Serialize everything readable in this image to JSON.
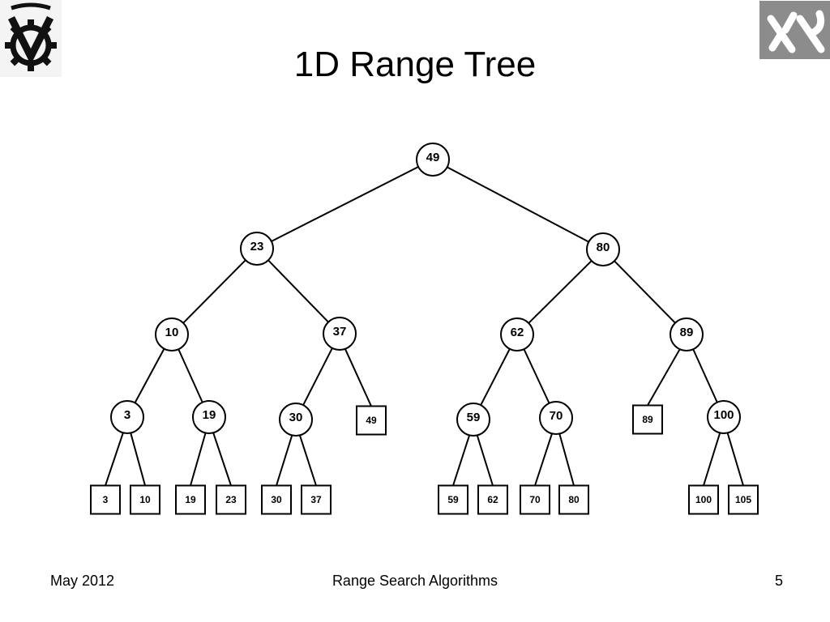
{
  "slide": {
    "title": "1D Range Tree",
    "footer_left": "May 2012",
    "footer_center": "Range Search Algorithms",
    "footer_right": "5"
  },
  "logos": {
    "left_icon": "technion-gear-logo-icon",
    "right_icon": "hebrew-letters-logo-icon",
    "right_bg": "#8c8c8c"
  },
  "tree": {
    "root": "n49",
    "internal_nodes": [
      {
        "id": "n49",
        "label": "49",
        "children": [
          "n23",
          "n80"
        ]
      },
      {
        "id": "n23",
        "label": "23",
        "children": [
          "n10",
          "n37"
        ]
      },
      {
        "id": "n80",
        "label": "80",
        "children": [
          "n62",
          "n89"
        ]
      },
      {
        "id": "n10",
        "label": "10",
        "children": [
          "n3",
          "n19"
        ]
      },
      {
        "id": "n37",
        "label": "37",
        "children": [
          "n30",
          "l49"
        ]
      },
      {
        "id": "n62",
        "label": "62",
        "children": [
          "n59",
          "n70"
        ]
      },
      {
        "id": "n89",
        "label": "89",
        "children": [
          "l89",
          "n100"
        ]
      },
      {
        "id": "n3",
        "label": "3",
        "children": [
          "l3",
          "l10"
        ]
      },
      {
        "id": "n19",
        "label": "19",
        "children": [
          "l19",
          "l23"
        ]
      },
      {
        "id": "n30",
        "label": "30",
        "children": [
          "l30",
          "l37"
        ]
      },
      {
        "id": "n59",
        "label": "59",
        "children": [
          "l59",
          "l62"
        ]
      },
      {
        "id": "n70",
        "label": "70",
        "children": [
          "l70",
          "l80"
        ]
      },
      {
        "id": "n100",
        "label": "100",
        "children": [
          "l100",
          "l105"
        ]
      }
    ],
    "leaves": [
      {
        "id": "l3",
        "label": "3"
      },
      {
        "id": "l10",
        "label": "10"
      },
      {
        "id": "l19",
        "label": "19"
      },
      {
        "id": "l23",
        "label": "23"
      },
      {
        "id": "l30",
        "label": "30"
      },
      {
        "id": "l37",
        "label": "37"
      },
      {
        "id": "l49",
        "label": "49"
      },
      {
        "id": "l59",
        "label": "59"
      },
      {
        "id": "l62",
        "label": "62"
      },
      {
        "id": "l70",
        "label": "70"
      },
      {
        "id": "l80",
        "label": "80"
      },
      {
        "id": "l89",
        "label": "89"
      },
      {
        "id": "l100",
        "label": "100"
      },
      {
        "id": "l105",
        "label": "105"
      }
    ]
  }
}
